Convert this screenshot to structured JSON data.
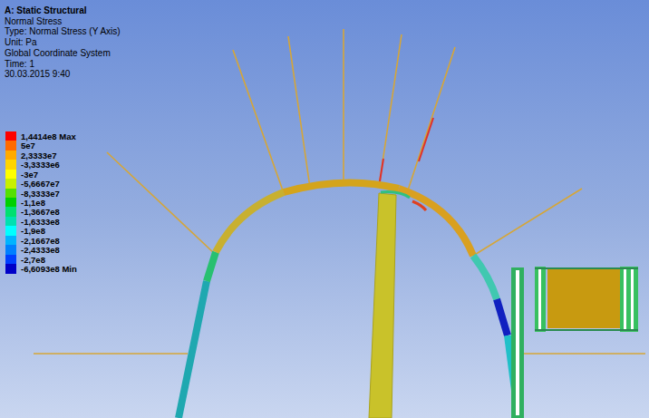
{
  "diagram": {
    "labels": [
      "A: Static Structural",
      "Normal Stress",
      "Type: Normal Stress (Y Axis)",
      "Unit: Pa",
      "Global Coordinate System",
      "Time: 1",
      "30.03.2015 9:40"
    ],
    "legend": [
      {
        "text": "1,4414e8 Max",
        "color": "#ff0000"
      },
      {
        "text": "5e7",
        "color": "#ff6a00"
      },
      {
        "text": "2,3333e7",
        "color": "#ffaa00"
      },
      {
        "text": "-3,3333e6",
        "color": "#ffd400"
      },
      {
        "text": "-3e7",
        "color": "#ffff00"
      },
      {
        "text": "-5,6667e7",
        "color": "#c8f000"
      },
      {
        "text": "-8,3333e7",
        "color": "#55e000"
      },
      {
        "text": "-1,1e8",
        "color": "#00d000"
      },
      {
        "text": "-1,3667e8",
        "color": "#00e070"
      },
      {
        "text": "-1,6333e8",
        "color": "#00e0b0"
      },
      {
        "text": "-1,9e8",
        "color": "#00ffff"
      },
      {
        "text": "-2,1667e8",
        "color": "#00b4ff"
      },
      {
        "text": "-2,4333e8",
        "color": "#0080ff"
      },
      {
        "text": "-2,7e8",
        "color": "#0040ff"
      },
      {
        "text": "-6,6093e8 Min",
        "color": "#0000c8"
      }
    ]
  }
}
